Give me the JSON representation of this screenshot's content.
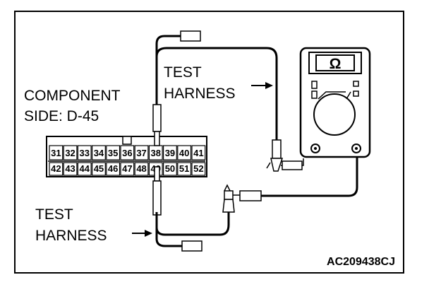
{
  "labels": {
    "component": "COMPONENT",
    "side": "SIDE: D-45",
    "test_top": "TEST",
    "harness_top": "HARNESS",
    "test_bottom": "TEST",
    "harness_bottom": "HARNESS",
    "meter_symbol": "Ω",
    "figure_code": "AC209438CJ"
  },
  "connector": {
    "top_row": [
      "31",
      "32",
      "33",
      "34",
      "35",
      "36",
      "37",
      "38",
      "39",
      "40",
      "41"
    ],
    "bottom_row": [
      "42",
      "43",
      "44",
      "45",
      "46",
      "47",
      "48",
      "49",
      "50",
      "51",
      "52"
    ]
  }
}
